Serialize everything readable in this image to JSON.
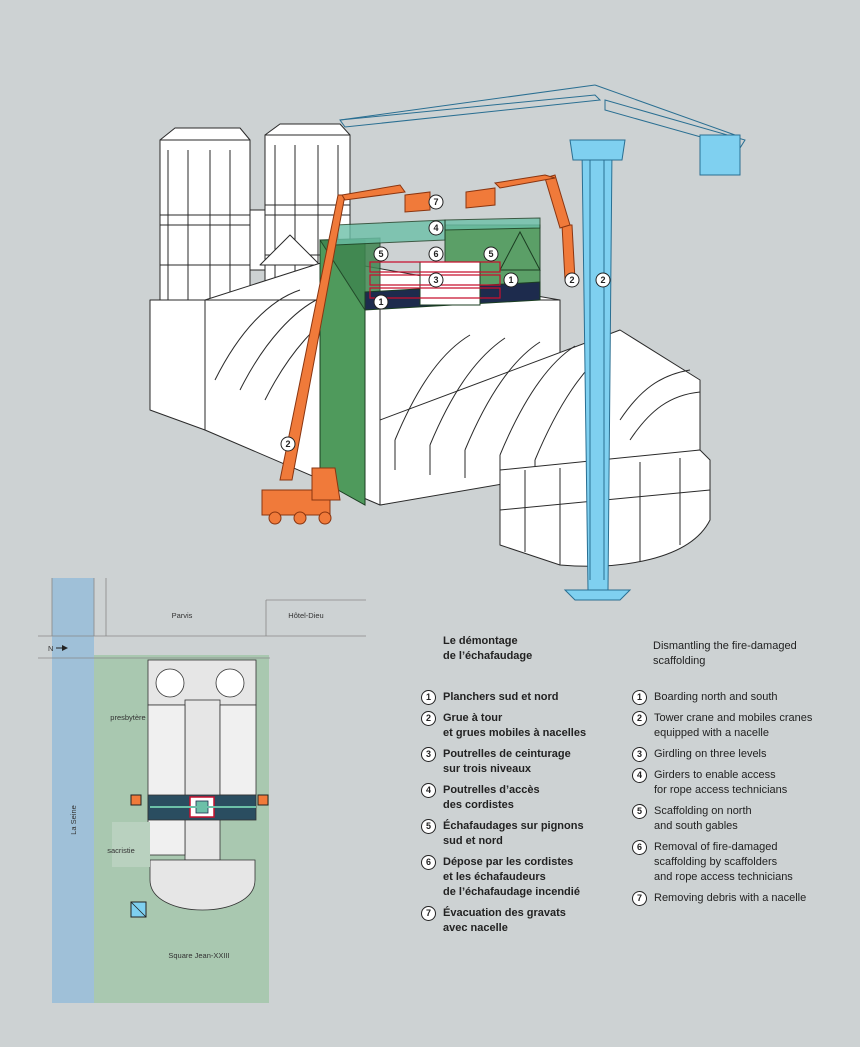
{
  "legend": {
    "fr_title": "Le démontage\nde l’échafaudage",
    "en_title": "Dismantling the fire-damaged\nscaffolding",
    "fr_items": [
      {
        "n": "1",
        "text": "Planchers sud et nord"
      },
      {
        "n": "2",
        "text": "Grue à tour\net grues mobiles à nacelles"
      },
      {
        "n": "3",
        "text": "Poutrelles de ceinturage\nsur trois niveaux"
      },
      {
        "n": "4",
        "text": "Poutrelles d’accès\ndes cordistes"
      },
      {
        "n": "5",
        "text": "Échafaudages sur pignons\nsud et nord"
      },
      {
        "n": "6",
        "text": "Dépose par les cordistes\net les échafaudeurs\nde l’échafaudage incendié"
      },
      {
        "n": "7",
        "text": "Évacuation des gravats\navec nacelle"
      }
    ],
    "en_items": [
      {
        "n": "1",
        "text": "Boarding north and south"
      },
      {
        "n": "2",
        "text": "Tower crane and mobiles cranes\nequipped with a nacelle"
      },
      {
        "n": "3",
        "text": "Girdling on three levels"
      },
      {
        "n": "4",
        "text": "Girders to enable access\nfor rope access technicians"
      },
      {
        "n": "5",
        "text": "Scaffolding on north\nand south gables"
      },
      {
        "n": "6",
        "text": "Removal of fire-damaged\nscaffolding by scaffolders\nand rope access technicians"
      },
      {
        "n": "7",
        "text": "Removing debris with a nacelle"
      }
    ]
  },
  "map": {
    "parvis": "Parvis",
    "hotel_dieu": "Hôtel-Dieu",
    "north": "N",
    "seine": "La Seine",
    "presbytere": "presbytère",
    "sacristie": "sacristie",
    "square": "Square Jean-XXIII"
  },
  "callouts": {
    "n1": "1",
    "n2": "2",
    "n3": "3",
    "n4": "4",
    "n5": "5",
    "n6": "6",
    "n7": "7"
  },
  "colors": {
    "background": "#cdd2d3",
    "tower_crane": "#7fd0f0",
    "mobile_crane": "#f07a3a",
    "scaffold_green": "#4f9a5c",
    "boarding_navy": "#1d2b4d",
    "girdle_red": "#c8102e",
    "river": "#9fc0d8",
    "park": "#a9c8b0"
  }
}
